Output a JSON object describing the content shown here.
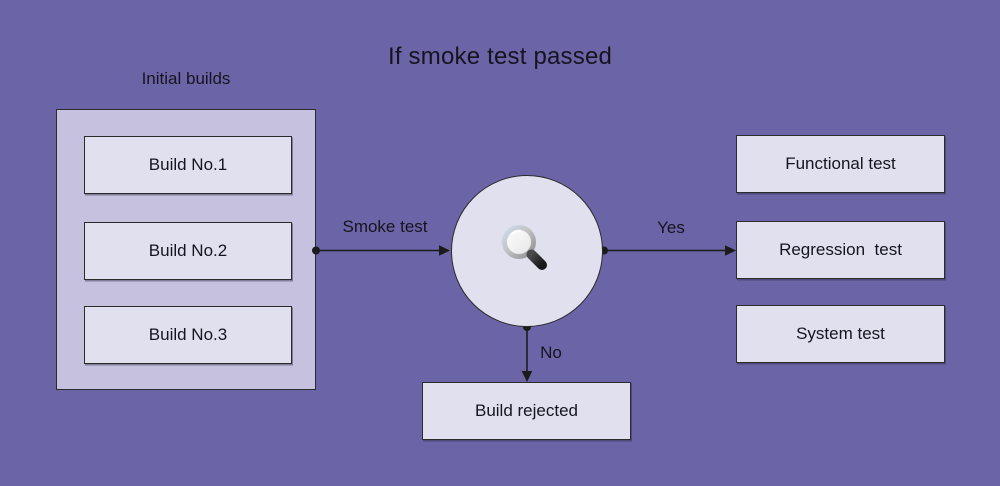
{
  "title": "If smoke test passed",
  "colors": {
    "background": "#6B64A7",
    "group_fill": "#C5C1DE",
    "node_fill": "#E1E0EF",
    "border": "#2B2B2B",
    "text": "#16141F"
  },
  "builds_group": {
    "label": "Initial builds",
    "items": [
      {
        "label": "Build No.1"
      },
      {
        "label": "Build No.2"
      },
      {
        "label": "Build No.3"
      }
    ]
  },
  "decision": {
    "icon": "magnifier-icon"
  },
  "edges": {
    "smoke_test_label": "Smoke test",
    "yes_label": "Yes",
    "no_label": "No"
  },
  "outcomes": {
    "yes_items": [
      {
        "label": "Functional test"
      },
      {
        "label": "Regression  test"
      },
      {
        "label": "System test"
      }
    ],
    "no_item": {
      "label": "Build rejected"
    }
  }
}
